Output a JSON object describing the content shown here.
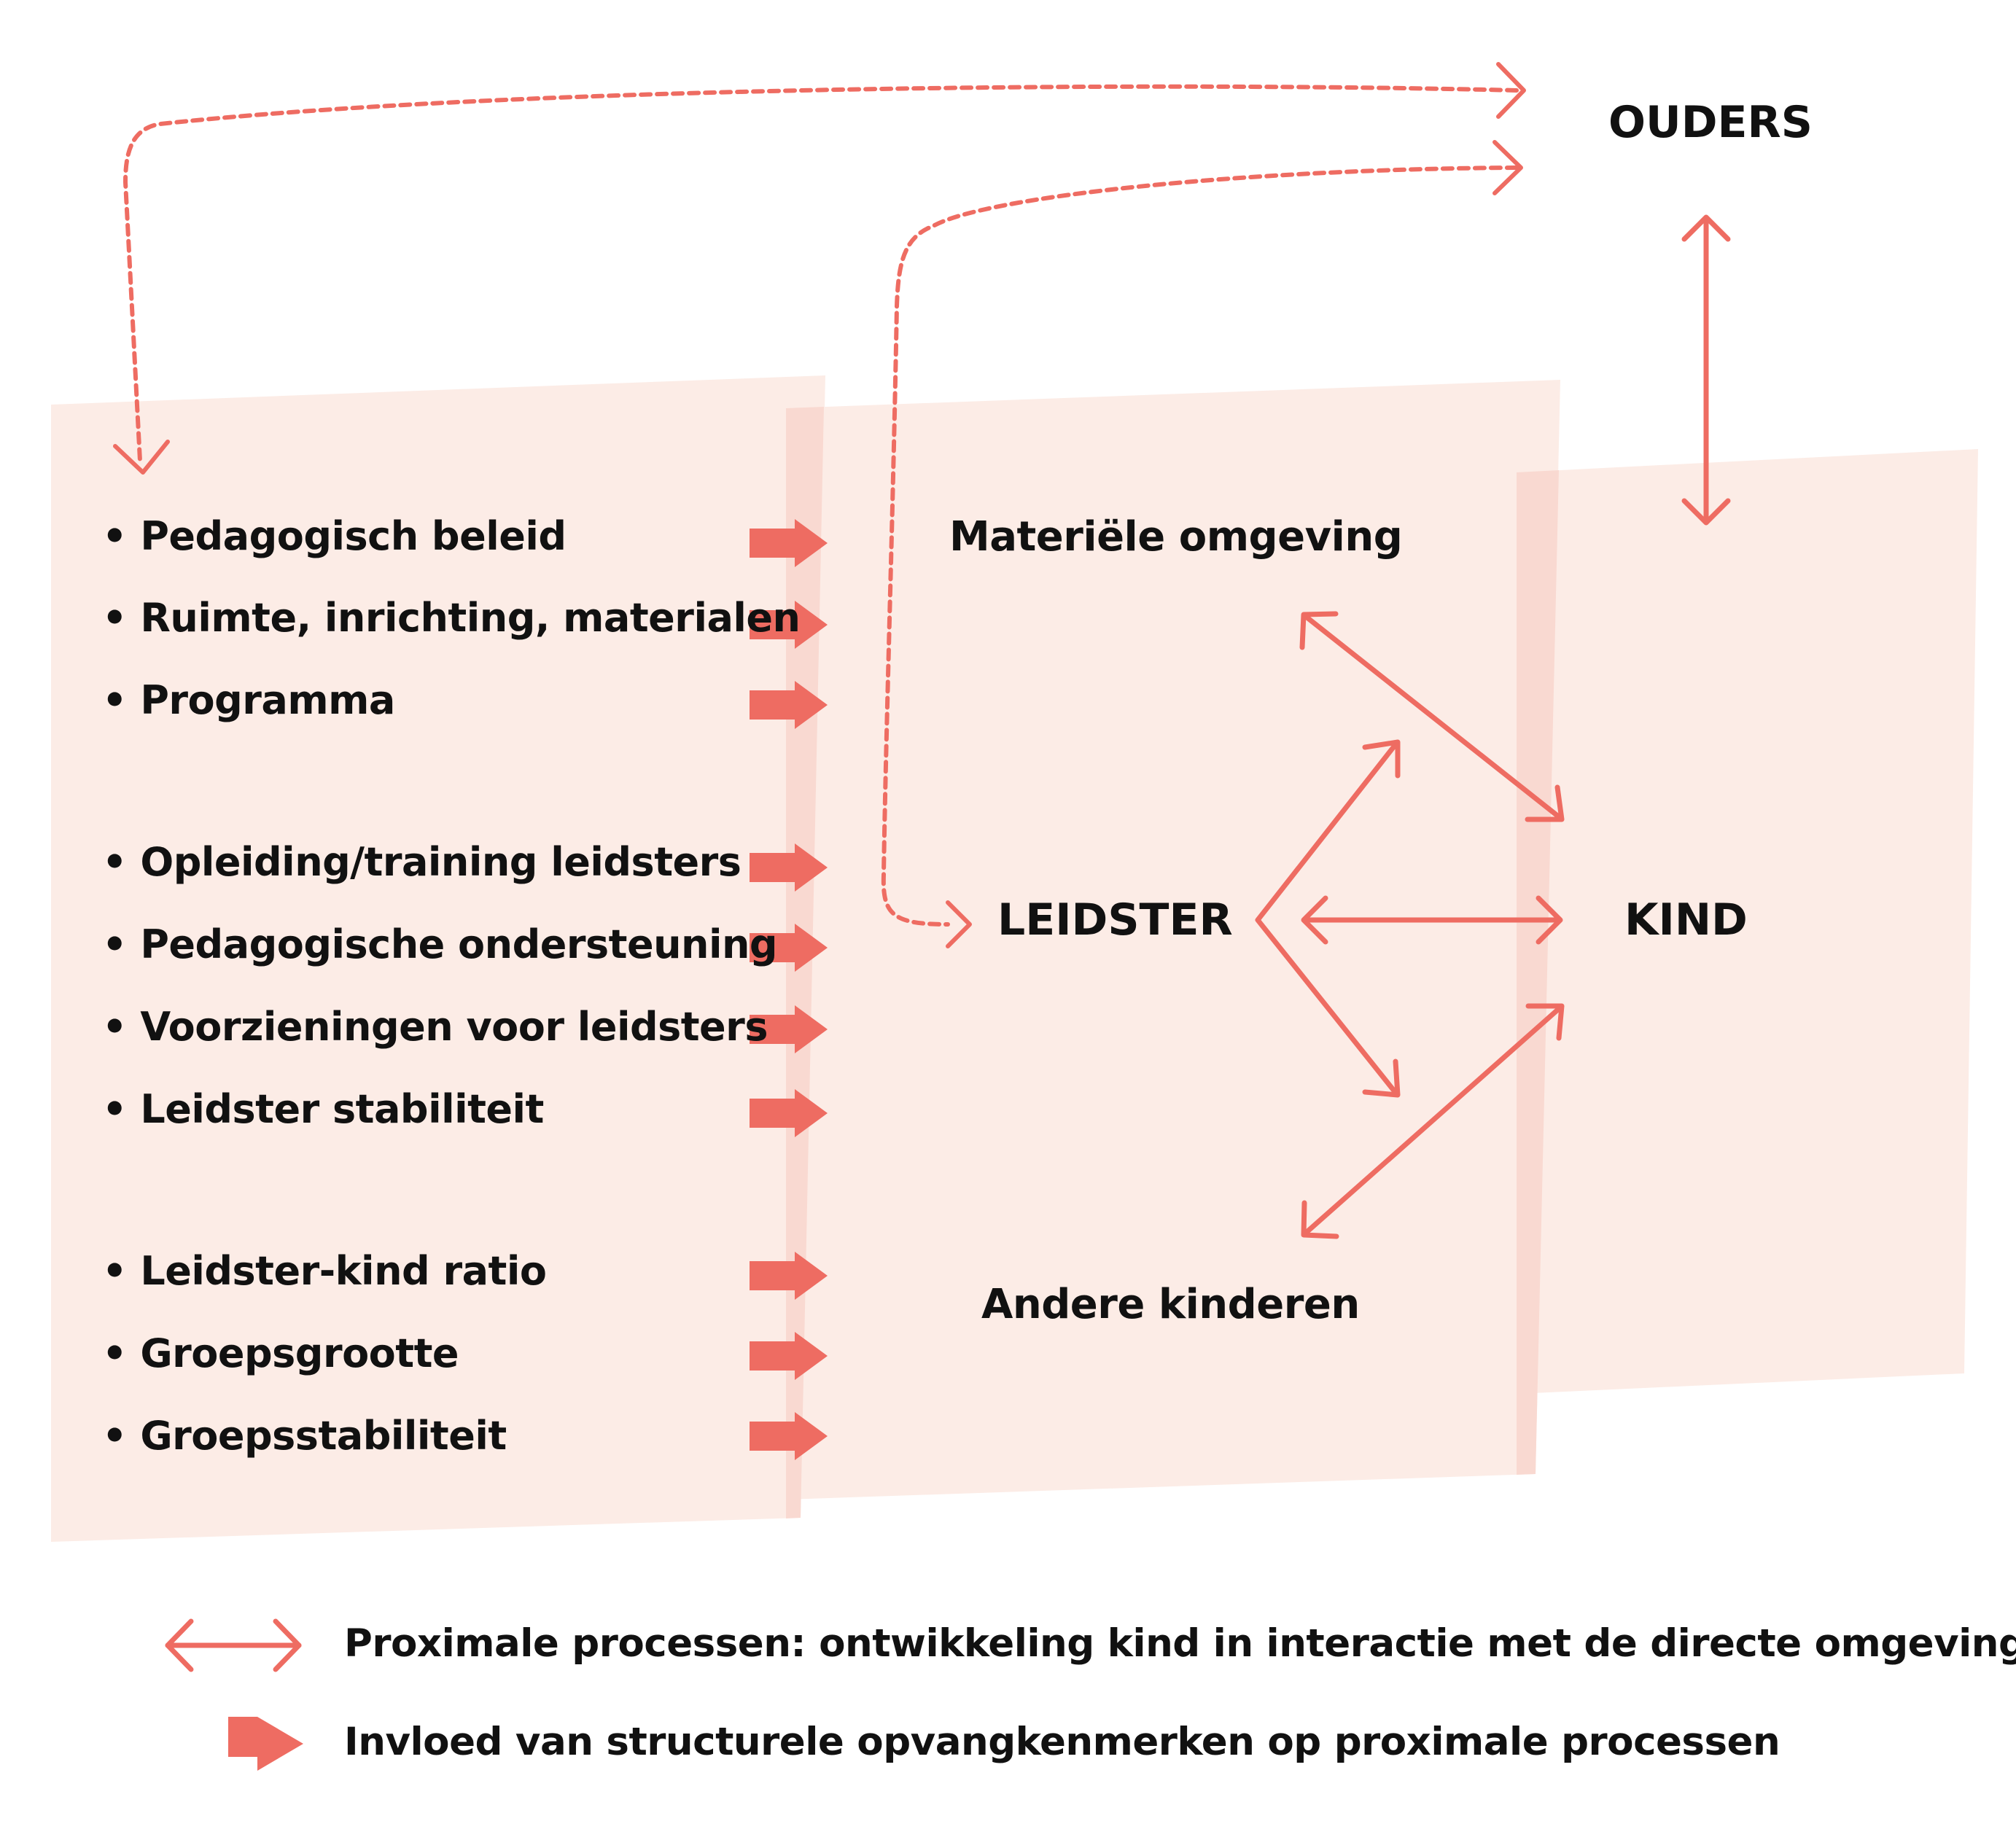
{
  "colors": {
    "accent": "#EE6C62",
    "panel": "#FCECE6",
    "panel_overlap": "#F9D9D1",
    "text": "#111111"
  },
  "factors": {
    "group1": [
      "Pedagogisch beleid",
      "Ruimte, inrichting, materialen",
      "Programma"
    ],
    "group2": [
      "Opleiding/training leidsters",
      "Pedagogische ondersteuning",
      "Voorzieningen voor leidsters",
      "Leidster stabiliteit"
    ],
    "group3": [
      "Leidster-kind ratio",
      "Groepsgrootte",
      "Groepsstabiliteit"
    ]
  },
  "nodes": {
    "ouders": "OUDERS",
    "materiele_omgeving": "Materiële omgeving",
    "leidster": "LEIDSTER",
    "kind": "KIND",
    "andere_kinderen": "Andere kinderen"
  },
  "legend": {
    "proximal": "Proximale processen: ontwikkeling kind in interactie met de directe omgeving",
    "structural": "Invloed van structurele opvangkenmerken op proximale processen"
  },
  "icons": {
    "double_arrow": "double-headed-arrow-icon",
    "block_arrow": "block-arrow-icon",
    "dashed_arrow": "dashed-curved-arrow-icon"
  }
}
